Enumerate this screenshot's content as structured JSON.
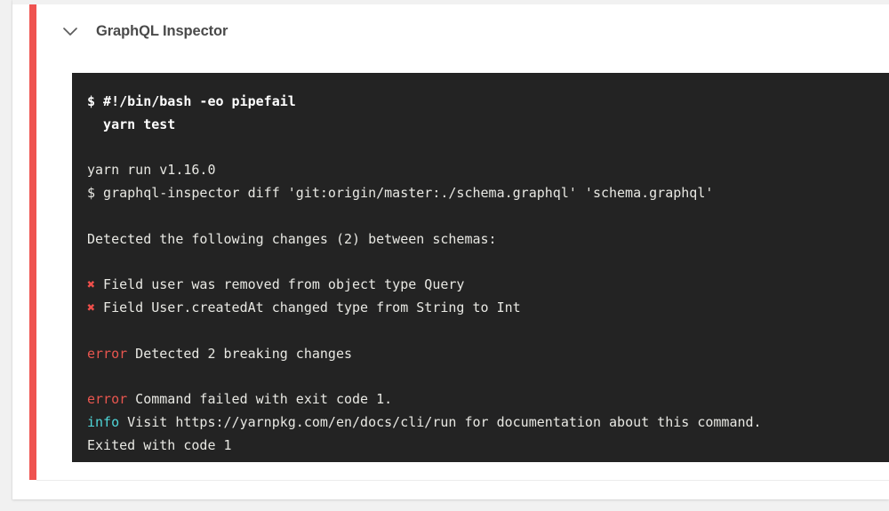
{
  "step": {
    "title": "GraphQL Inspector",
    "collapse_icon": "chevron-down-icon",
    "status": "failed",
    "status_color": "#ef5350"
  },
  "terminal": {
    "background_color": "#232323",
    "default_text_color": "#e8e8e3",
    "error_color": "#e8564f",
    "info_color": "#4fd6d8",
    "marker_color": "#ef4f4b",
    "marker_glyph": "✖",
    "lines": [
      {
        "id": "l01",
        "style": "bold",
        "text": "$ #!/bin/bash -eo pipefail"
      },
      {
        "id": "l02",
        "style": "bold",
        "text": "  yarn test"
      },
      {
        "id": "l03",
        "style": "blank",
        "text": " "
      },
      {
        "id": "l04",
        "style": "default",
        "text": "yarn run v1.16.0"
      },
      {
        "id": "l05",
        "style": "default",
        "text": "$ graphql-inspector diff 'git:origin/master:./schema.graphql' 'schema.graphql'"
      },
      {
        "id": "l06",
        "style": "blank",
        "text": " "
      },
      {
        "id": "l07",
        "style": "default",
        "text": "Detected the following changes (2) between schemas:"
      },
      {
        "id": "l08",
        "style": "blank",
        "text": " "
      },
      {
        "id": "l09",
        "style": "marker",
        "marker": "✖",
        "text": " Field user was removed from object type Query"
      },
      {
        "id": "l10",
        "style": "marker",
        "marker": "✖",
        "text": " Field User.createdAt changed type from String to Int"
      },
      {
        "id": "l11",
        "style": "blank",
        "text": " "
      },
      {
        "id": "l12",
        "style": "error",
        "prefix": "error",
        "text": " Detected 2 breaking changes"
      },
      {
        "id": "l13",
        "style": "blank",
        "text": " "
      },
      {
        "id": "l14",
        "style": "error",
        "prefix": "error",
        "text": " Command failed with exit code 1."
      },
      {
        "id": "l15",
        "style": "info",
        "prefix": "info",
        "text": " Visit https://yarnpkg.com/en/docs/cli/run for documentation about this command."
      },
      {
        "id": "l16",
        "style": "default",
        "text": "Exited with code 1"
      }
    ]
  }
}
